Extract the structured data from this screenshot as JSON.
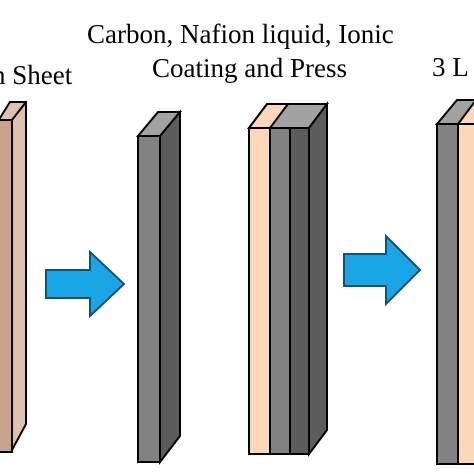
{
  "labels": {
    "step1_partial": "n Sheet",
    "step2_line1": "Carbon, Nafion liquid, Ionic",
    "step2_line2": "Coating and Press",
    "step3_partial": "3 L"
  },
  "colors": {
    "sheet_front": "#c9a38b",
    "sheet_side": "#dfc2ae",
    "slab_front": "#828282",
    "slab_side": "#5c5c5c",
    "slab_top": "#a2a2a2",
    "peach": "#fcd7b8",
    "arrow_fill": "#1aa5e6",
    "arrow_stroke": "#1a4e7a",
    "outline": "#000000"
  }
}
